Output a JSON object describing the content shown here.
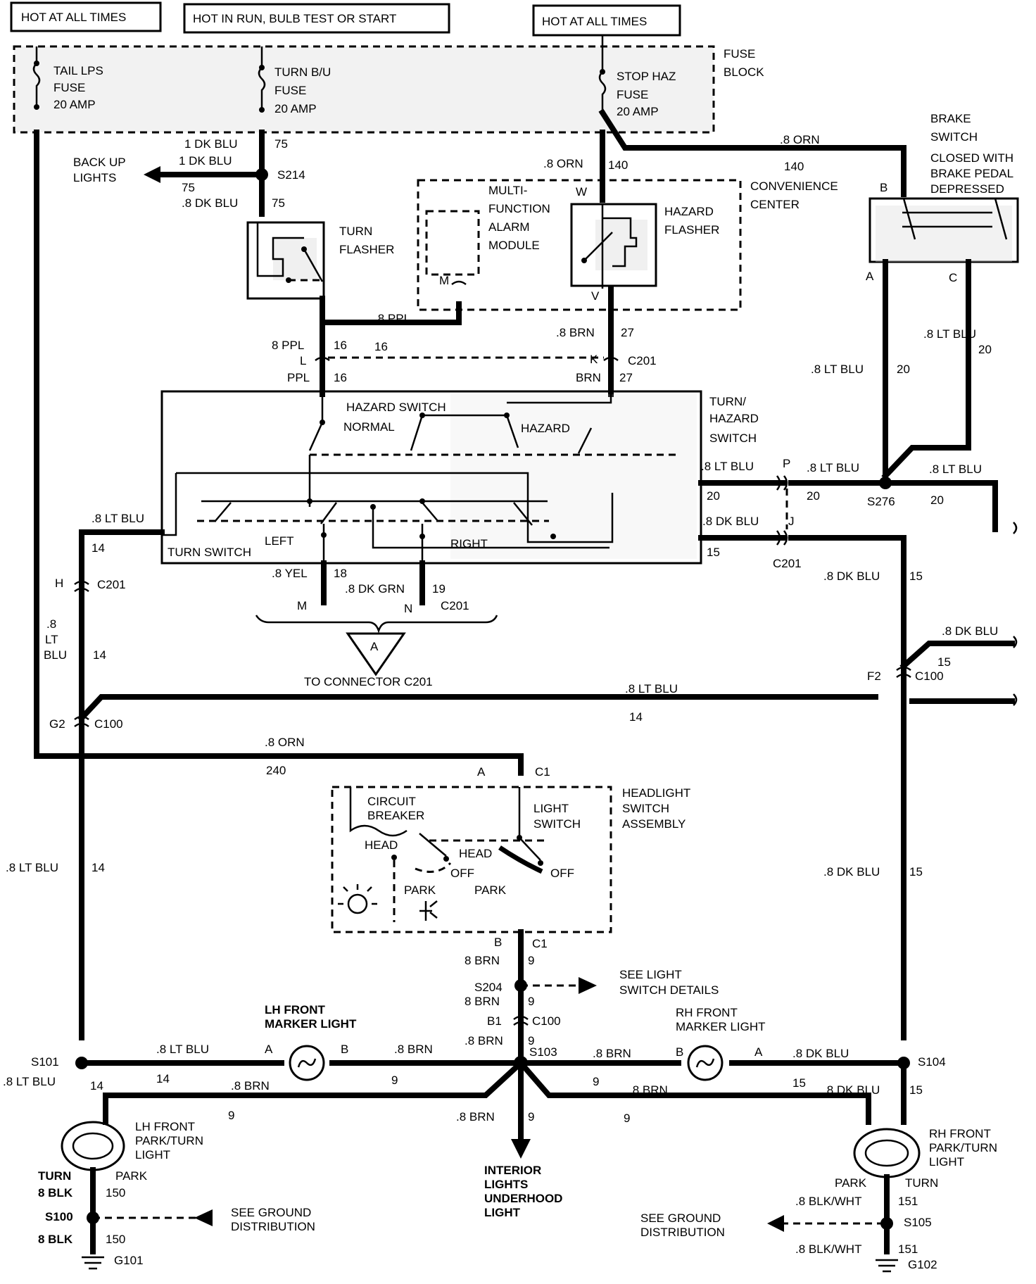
{
  "headers": {
    "hot_all_times_1": "HOT AT ALL TIMES",
    "hot_in_run": "HOT IN RUN, BULB TEST OR START",
    "hot_all_times_2": "HOT AT ALL TIMES"
  },
  "fuse_block": {
    "label_1": "FUSE",
    "label_2": "BLOCK",
    "tail": [
      "TAIL LPS",
      "FUSE",
      "20 AMP"
    ],
    "turn": [
      "TURN B/U",
      "FUSE",
      "20 AMP"
    ],
    "stop": [
      "STOP HAZ",
      "FUSE",
      "20 AMP"
    ]
  },
  "components": {
    "turn_flasher": [
      "TURN",
      "FLASHER"
    ],
    "mfa_module": [
      "MULTI-",
      "FUNCTION",
      "ALARM",
      "MODULE"
    ],
    "hazard_flasher": [
      "HAZARD",
      "FLASHER"
    ],
    "convenience_center": [
      "CONVENIENCE",
      "CENTER"
    ],
    "brake_switch": [
      "BRAKE",
      "SWITCH",
      "CLOSED WITH",
      "BRAKE PEDAL",
      "DEPRESSED"
    ],
    "turn_hazard_switch": [
      "TURN/",
      "HAZARD",
      "SWITCH"
    ],
    "hazard_switch": "HAZARD SWITCH",
    "normal": "NORMAL",
    "hazard": "HAZARD",
    "turn_switch": "TURN SWITCH",
    "left": "LEFT",
    "right": "RIGHT",
    "headlight_switch": [
      "HEADLIGHT",
      "SWITCH",
      "ASSEMBLY"
    ],
    "circuit_breaker": [
      "CIRCUIT",
      "BREAKER"
    ],
    "light_switch": [
      "LIGHT",
      "SWITCH"
    ],
    "head": "HEAD",
    "off": "OFF",
    "park": "PARK",
    "lh_marker": [
      "LH FRONT",
      "MARKER LIGHT"
    ],
    "rh_marker": [
      "RH FRONT",
      "MARKER LIGHT"
    ],
    "lh_park": [
      "LH FRONT",
      "PARK/TURN",
      "LIGHT"
    ],
    "rh_park": [
      "RH FRONT",
      "PARK/TURN",
      "LIGHT"
    ],
    "turn": "TURN"
  },
  "notes": {
    "back_up": [
      "BACK UP",
      "LIGHTS"
    ],
    "to_connector": "TO CONNECTOR C201",
    "connector_a": "A",
    "see_light_switch": [
      "SEE LIGHT",
      "SWITCH DETAILS"
    ],
    "interior": [
      "INTERIOR",
      "LIGHTS",
      "UNDERHOOD",
      "LIGHT"
    ],
    "see_ground": [
      "SEE GROUND",
      "DISTRIBUTION"
    ]
  },
  "wires": {
    "dk_blu_1": "1 DK BLU",
    "dk_blu_8": ".8 DK BLU",
    "orn_8": ".8 ORN",
    "ppl_8": ".8 PPL",
    "ppl_8b": "8 PPL",
    "ppl": "PPL",
    "brn_8": ".8 BRN",
    "brn_8b": "8 BRN",
    "brn": "BRN",
    "lt_blu_8": ".8 LT BLU",
    "lt_blu_a": ".8",
    "lt_blu_b": "LT",
    "lt_blu_c": "BLU",
    "yel_8": ".8 YEL",
    "dk_grn_8": ".8 DK GRN",
    "blk_8": "8 BLK",
    "blk_wht_8": ".8 BLK/WHT"
  },
  "circuits": {
    "c75": "75",
    "c140": "140",
    "c16": "16",
    "c27": "27",
    "c20": "20",
    "c15": "15",
    "c14": "14",
    "c18": "18",
    "c19": "19",
    "c240": "240",
    "c9": "9",
    "c150": "150",
    "c151": "151"
  },
  "connectors": {
    "s214": "S214",
    "c201": "C201",
    "s276": "S276",
    "c100": "C100",
    "c1": "C1",
    "s204": "S204",
    "s103": "S103",
    "s101": "S101",
    "s104": "S104",
    "s100": "S100",
    "s105": "S105",
    "g101": "G101",
    "g102": "G102"
  },
  "pins": {
    "w": "W",
    "v": "V",
    "m": "M",
    "b": "B",
    "a": "A",
    "c": "C",
    "l": "L",
    "k": "K",
    "p": "P",
    "j": "J",
    "h": "H",
    "n": "N",
    "g2": "G2",
    "f2": "F2",
    "b1": "B1"
  }
}
